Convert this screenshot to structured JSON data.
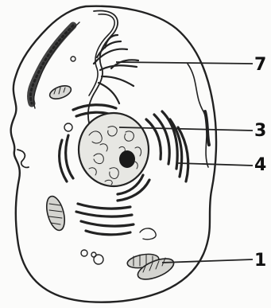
{
  "diagram": {
    "labels": [
      {
        "id": "7",
        "text": "7"
      },
      {
        "id": "3",
        "text": "3"
      },
      {
        "id": "4",
        "text": "4"
      },
      {
        "id": "1",
        "text": "1"
      }
    ]
  }
}
